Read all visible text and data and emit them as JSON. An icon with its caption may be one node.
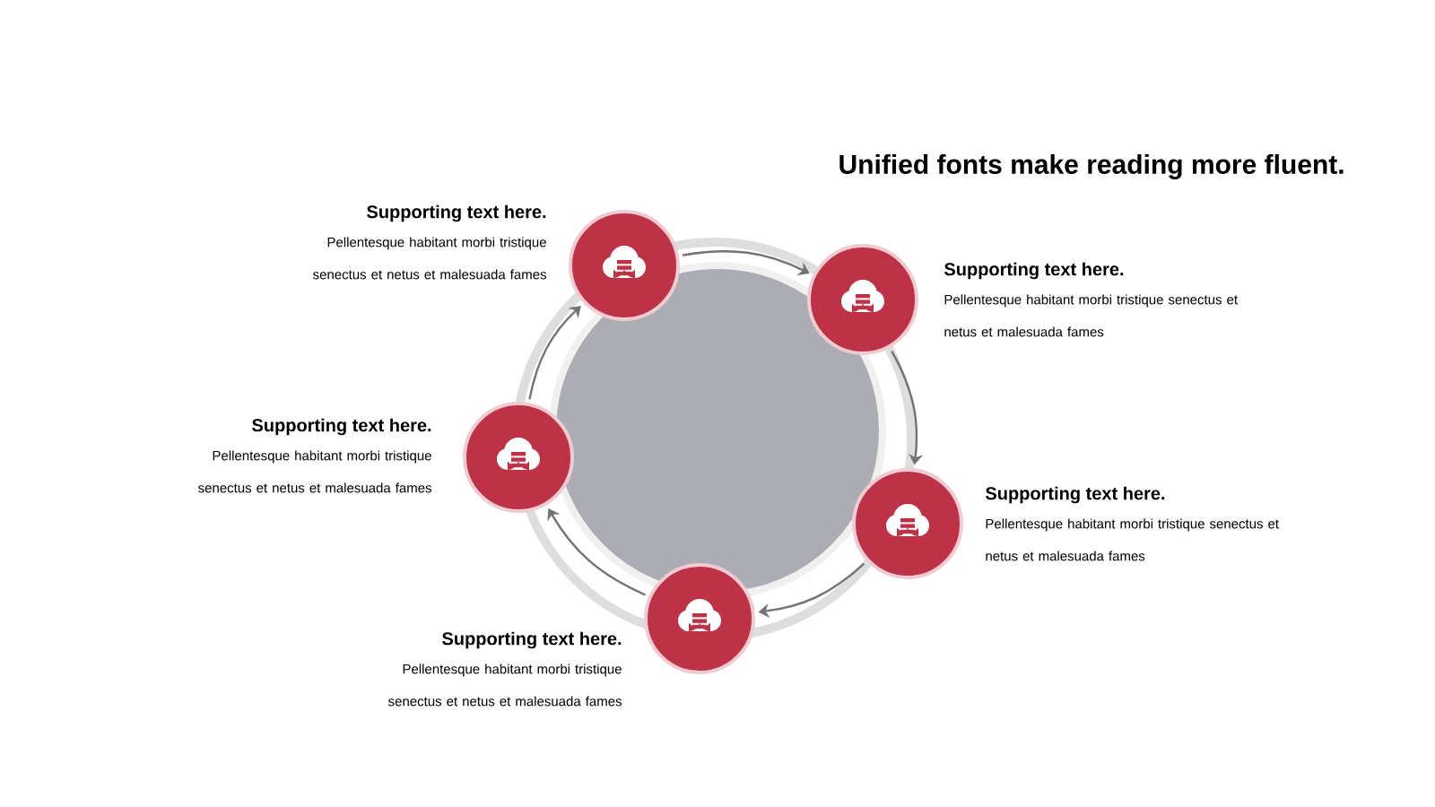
{
  "diagram": {
    "title": "Unified fonts make reading more fluent.",
    "nodes": [
      {
        "text": [],
        "shape": "circle",
        "beside": [
          "Supporting text here.",
          "Pellentesque habitant morbi tristique senectus et netus et malesuada fames"
        ]
      },
      {
        "text": [],
        "shape": "circle",
        "beside": [
          "Supporting text here.",
          "Pellentesque habitant morbi tristique senectus et netus et malesuada fames"
        ]
      },
      {
        "text": [],
        "shape": "circle",
        "beside": [
          "Supporting text here.",
          "Pellentesque habitant morbi tristique senectus et netus et malesuada fames"
        ]
      },
      {
        "text": [],
        "shape": "circle",
        "beside": [
          "Supporting text here.",
          "Pellentesque habitant morbi tristique senectus et netus et malesuada fames"
        ]
      },
      {
        "text": [],
        "shape": "circle",
        "beside": [
          "Supporting text here.",
          "Pellentesque habitant morbi tristique senectus et netus et malesuada fames"
        ]
      }
    ],
    "edges": [
      {
        "from": 0,
        "to": 1,
        "arrow": "to"
      },
      {
        "from": 1,
        "to": 3,
        "arrow": "to"
      },
      {
        "from": 3,
        "to": 4,
        "arrow": "to"
      },
      {
        "from": 4,
        "to": 2,
        "arrow": "to"
      },
      {
        "from": 2,
        "to": 0,
        "arrow": "to"
      }
    ]
  }
}
